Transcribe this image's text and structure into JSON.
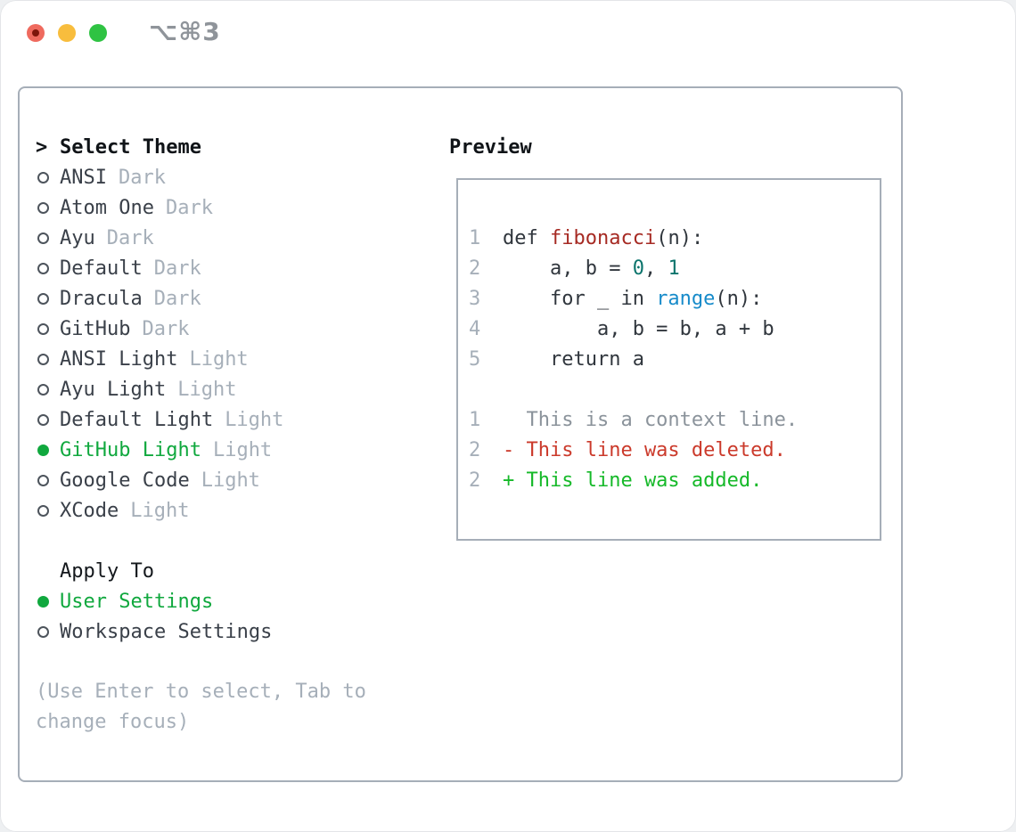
{
  "window": {
    "shortcut": "⌥⌘3"
  },
  "colors": {
    "accent_green": "#10a83e",
    "added_green": "#16b929",
    "deleted_red": "#cb3a2b",
    "function_red": "#a62a23",
    "number_teal": "#0b746c",
    "builtin_blue": "#178bca",
    "muted_gray": "#a6afb9",
    "border_gray": "#a6aeb8"
  },
  "picker": {
    "prompt": ">",
    "header": "Select Theme",
    "themes": [
      {
        "name": "ANSI",
        "tag": "Dark",
        "selected": false
      },
      {
        "name": "Atom One",
        "tag": "Dark",
        "selected": false
      },
      {
        "name": "Ayu",
        "tag": "Dark",
        "selected": false
      },
      {
        "name": "Default",
        "tag": "Dark",
        "selected": false
      },
      {
        "name": "Dracula",
        "tag": "Dark",
        "selected": false
      },
      {
        "name": "GitHub",
        "tag": "Dark",
        "selected": false
      },
      {
        "name": "ANSI Light",
        "tag": "Light",
        "selected": false
      },
      {
        "name": "Ayu Light",
        "tag": "Light",
        "selected": false
      },
      {
        "name": "Default Light",
        "tag": "Light",
        "selected": false
      },
      {
        "name": "GitHub Light",
        "tag": "Light",
        "selected": true
      },
      {
        "name": "Google Code",
        "tag": "Light",
        "selected": false
      },
      {
        "name": "XCode",
        "tag": "Light",
        "selected": false
      }
    ],
    "apply_to": {
      "header": "Apply To",
      "options": [
        {
          "name": "User Settings",
          "selected": true
        },
        {
          "name": "Workspace Settings",
          "selected": false
        }
      ]
    },
    "hint_line1": "(Use Enter to select, Tab to",
    "hint_line2": "change focus)"
  },
  "preview": {
    "title": "Preview",
    "lines": [
      {
        "num": "1",
        "tokens": [
          {
            "text": "def ",
            "style": "plain"
          },
          {
            "text": "fibonacci",
            "style": "function"
          },
          {
            "text": "(n):",
            "style": "plain"
          }
        ]
      },
      {
        "num": "2",
        "tokens": [
          {
            "text": "    a, b = ",
            "style": "plain"
          },
          {
            "text": "0",
            "style": "number"
          },
          {
            "text": ", ",
            "style": "plain"
          },
          {
            "text": "1",
            "style": "number"
          }
        ]
      },
      {
        "num": "3",
        "tokens": [
          {
            "text": "    for _ in ",
            "style": "plain"
          },
          {
            "text": "range",
            "style": "builtin"
          },
          {
            "text": "(n):",
            "style": "plain"
          }
        ]
      },
      {
        "num": "4",
        "tokens": [
          {
            "text": "        a, b = b, a + b",
            "style": "plain"
          }
        ]
      },
      {
        "num": "5",
        "tokens": [
          {
            "text": "    return a",
            "style": "plain"
          }
        ]
      },
      {
        "num": "",
        "tokens": []
      },
      {
        "num": "1",
        "tokens": [
          {
            "text": "  This is a context line.",
            "style": "context"
          }
        ]
      },
      {
        "num": "2",
        "tokens": [
          {
            "text": "- This line was deleted.",
            "style": "deleted"
          }
        ]
      },
      {
        "num": "2",
        "tokens": [
          {
            "text": "+ This line was added.",
            "style": "added"
          }
        ]
      }
    ]
  }
}
